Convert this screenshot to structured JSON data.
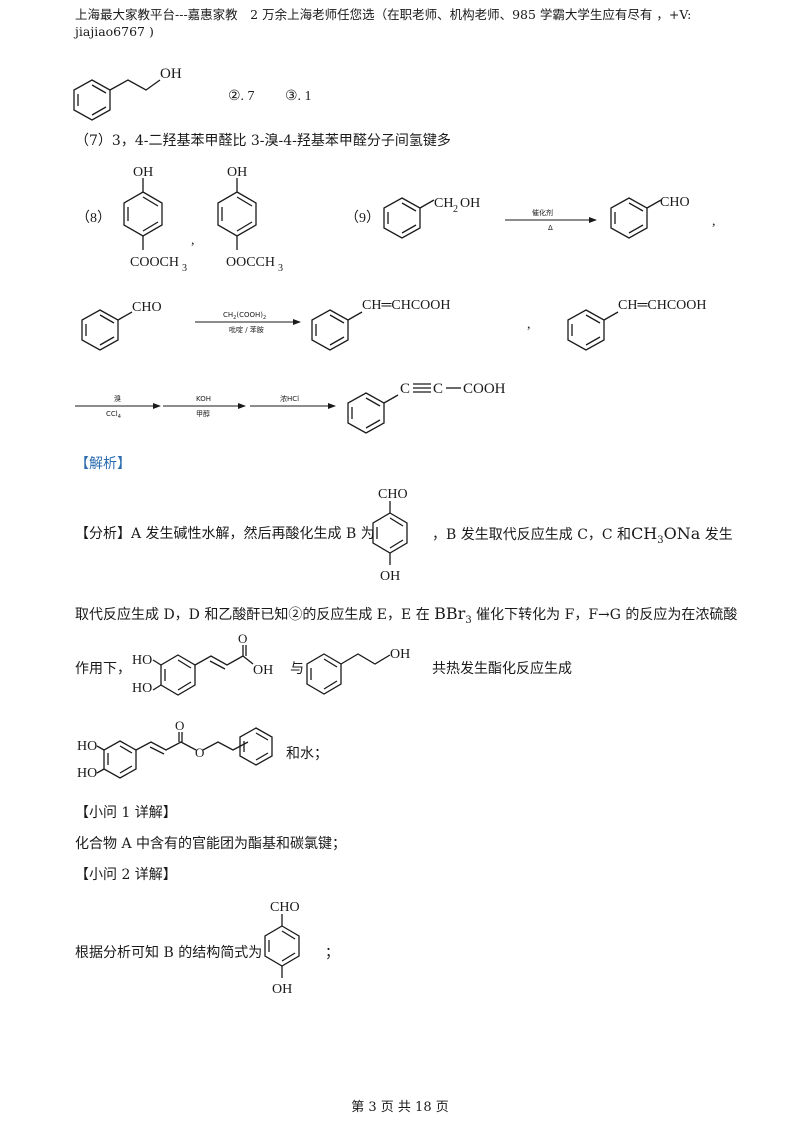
{
  "header": {
    "line1": "上海最大家教平台---嘉惠家教　2 万余上海老师任您选（在职老师、机构老师、985 学霸大学生应有尽有 ，+V:",
    "line2": "jiajiao6767 )"
  },
  "answers": {
    "row1_oh": "OH",
    "row1_ans2": "②. 7",
    "row1_ans3": "③. 1",
    "q7": "（7）3，4-二羟基苯甲醛比 3-溴-4-羟基苯甲醛分子间氢键多",
    "q8_label": "（8）",
    "q8_oh_a": "OH",
    "q8_group_a": "COOCH",
    "q8_sub_a": "3",
    "q8_comma": ",",
    "q8_oh_b": "OH",
    "q8_group_b": "OOCCH",
    "q8_sub_b": "3",
    "q9_label": "（9）",
    "q9_ch2oh": "CH",
    "q9_ch2oh_sub": "2",
    "q9_ch2oh_tail": "OH",
    "q9_reagent1": "催化剂",
    "q9_cond1": "Δ",
    "q9_cho": "CHO",
    "q9_comma1": ",",
    "r2_cho": "CHO",
    "r2_reagent_a": "CH",
    "r2_reagent_b": "2",
    "r2_reagent_c": "(COOH)",
    "r2_reagent_d": "2",
    "r2_cond": "吡啶 / 苯胺",
    "r2_product": "CH═CHCOOH",
    "r2_comma": ",",
    "r2_product2": "CH═CHCOOH",
    "r3_reagent1a": "溴",
    "r3_reagent1b": "CCl",
    "r3_reagent1c": "4",
    "r3_reagent2a": "KOH",
    "r3_reagent2b": "甲醇",
    "r3_reagent3": "浓HCl",
    "r3_c1": "C",
    "r3_c2": "C",
    "r3_cooh": "COOH"
  },
  "analysis": {
    "title": "【解析】",
    "p1_a": "【分析】A 发生碱性水解，然后再酸化生成 B 为",
    "p1_cho": "CHO",
    "p1_oh": "OH",
    "p1_b": "，B 发生取代反应生成 C，C 和",
    "p1_formula_a": "CH",
    "p1_formula_sub": "3",
    "p1_formula_b": "ONa",
    "p1_c": "发生",
    "p2_a": "取代反应生成 D，D 和乙酸酐已知②的反应生成 E，E 在",
    "p2_bbr": "BBr",
    "p2_bbr_sub": "3",
    "p2_b": "催化下转化为 F，F",
    "p2_arrow": "→",
    "p2_c": "G 的反应为在浓硫酸",
    "p3_a": "作用下，",
    "p3_ho1": "HO",
    "p3_ho2": "HO",
    "p3_o": "O",
    "p3_oh": "OH",
    "p3_with": "与",
    "p3_oh2": "OH",
    "p3_b": "共热发生酯化反应生成",
    "p4_ho1": "HO",
    "p4_ho2": "HO",
    "p4_o1": "O",
    "p4_o2": "O",
    "p4_b": "和水；",
    "sub1_title": "【小问 1 详解】",
    "sub1_text": "化合物 A 中含有的官能团为酯基和碳氯键；",
    "sub2_title": "【小问 2 详解】",
    "sub2_text": "根据分析可知 B 的结构简式为",
    "sub2_cho": "CHO",
    "sub2_oh": "OH",
    "sub2_end": "；"
  },
  "footer": {
    "page": "第 3 页 共 18 页"
  }
}
